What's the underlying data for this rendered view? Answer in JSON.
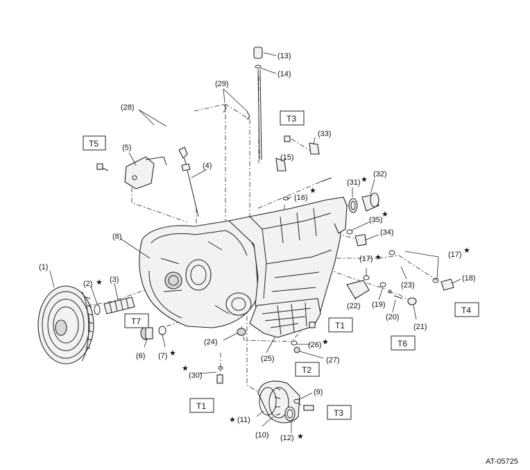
{
  "figure_code": "AT-05725",
  "callouts": [
    {
      "id": "c1",
      "text": "(1)",
      "star": false
    },
    {
      "id": "c2",
      "text": "(2)",
      "star": true
    },
    {
      "id": "c3",
      "text": "(3)",
      "star": false
    },
    {
      "id": "c4",
      "text": "(4)",
      "star": false
    },
    {
      "id": "c5",
      "text": "(5)",
      "star": false
    },
    {
      "id": "c6",
      "text": "(6)",
      "star": false
    },
    {
      "id": "c7",
      "text": "(7)",
      "star": true
    },
    {
      "id": "c8",
      "text": "(8)",
      "star": false
    },
    {
      "id": "c9",
      "text": "(9)",
      "star": false
    },
    {
      "id": "c10",
      "text": "(10)",
      "star": false
    },
    {
      "id": "c11",
      "text": "(11)",
      "star": true
    },
    {
      "id": "c12",
      "text": "(12)",
      "star": true
    },
    {
      "id": "c13",
      "text": "(13)",
      "star": false
    },
    {
      "id": "c14",
      "text": "(14)",
      "star": false
    },
    {
      "id": "c15",
      "text": "(15)",
      "star": false
    },
    {
      "id": "c16",
      "text": "(16)",
      "star": true
    },
    {
      "id": "c17a",
      "text": "(17)",
      "star": true
    },
    {
      "id": "c17b",
      "text": "(17)",
      "star": true
    },
    {
      "id": "c18",
      "text": "(18)",
      "star": false
    },
    {
      "id": "c19",
      "text": "(19)",
      "star": false
    },
    {
      "id": "c20",
      "text": "(20)",
      "star": false
    },
    {
      "id": "c21",
      "text": "(21)",
      "star": false
    },
    {
      "id": "c22",
      "text": "(22)",
      "star": false
    },
    {
      "id": "c23",
      "text": "(23)",
      "star": false
    },
    {
      "id": "c24",
      "text": "(24)",
      "star": false
    },
    {
      "id": "c25",
      "text": "(25)",
      "star": false
    },
    {
      "id": "c26",
      "text": "(26)",
      "star": true
    },
    {
      "id": "c27",
      "text": "(27)",
      "star": false
    },
    {
      "id": "c28",
      "text": "(28)",
      "star": false
    },
    {
      "id": "c29",
      "text": "(29)",
      "star": false
    },
    {
      "id": "c30",
      "text": "(30)",
      "star": true
    },
    {
      "id": "c31",
      "text": "(31)",
      "star": true
    },
    {
      "id": "c32",
      "text": "(32)",
      "star": false
    },
    {
      "id": "c33",
      "text": "(33)",
      "star": false
    },
    {
      "id": "c34",
      "text": "(34)",
      "star": false
    },
    {
      "id": "c35",
      "text": "(35)",
      "star": true
    }
  ],
  "torque_boxes": [
    {
      "id": "t5",
      "text": "T5"
    },
    {
      "id": "t3a",
      "text": "T3"
    },
    {
      "id": "t7",
      "text": "T7"
    },
    {
      "id": "t1a",
      "text": "T1"
    },
    {
      "id": "t2",
      "text": "T2"
    },
    {
      "id": "t6",
      "text": "T6"
    },
    {
      "id": "t4",
      "text": "T4"
    },
    {
      "id": "t1b",
      "text": "T1"
    },
    {
      "id": "t3b",
      "text": "T3"
    }
  ],
  "star_glyph": "★"
}
